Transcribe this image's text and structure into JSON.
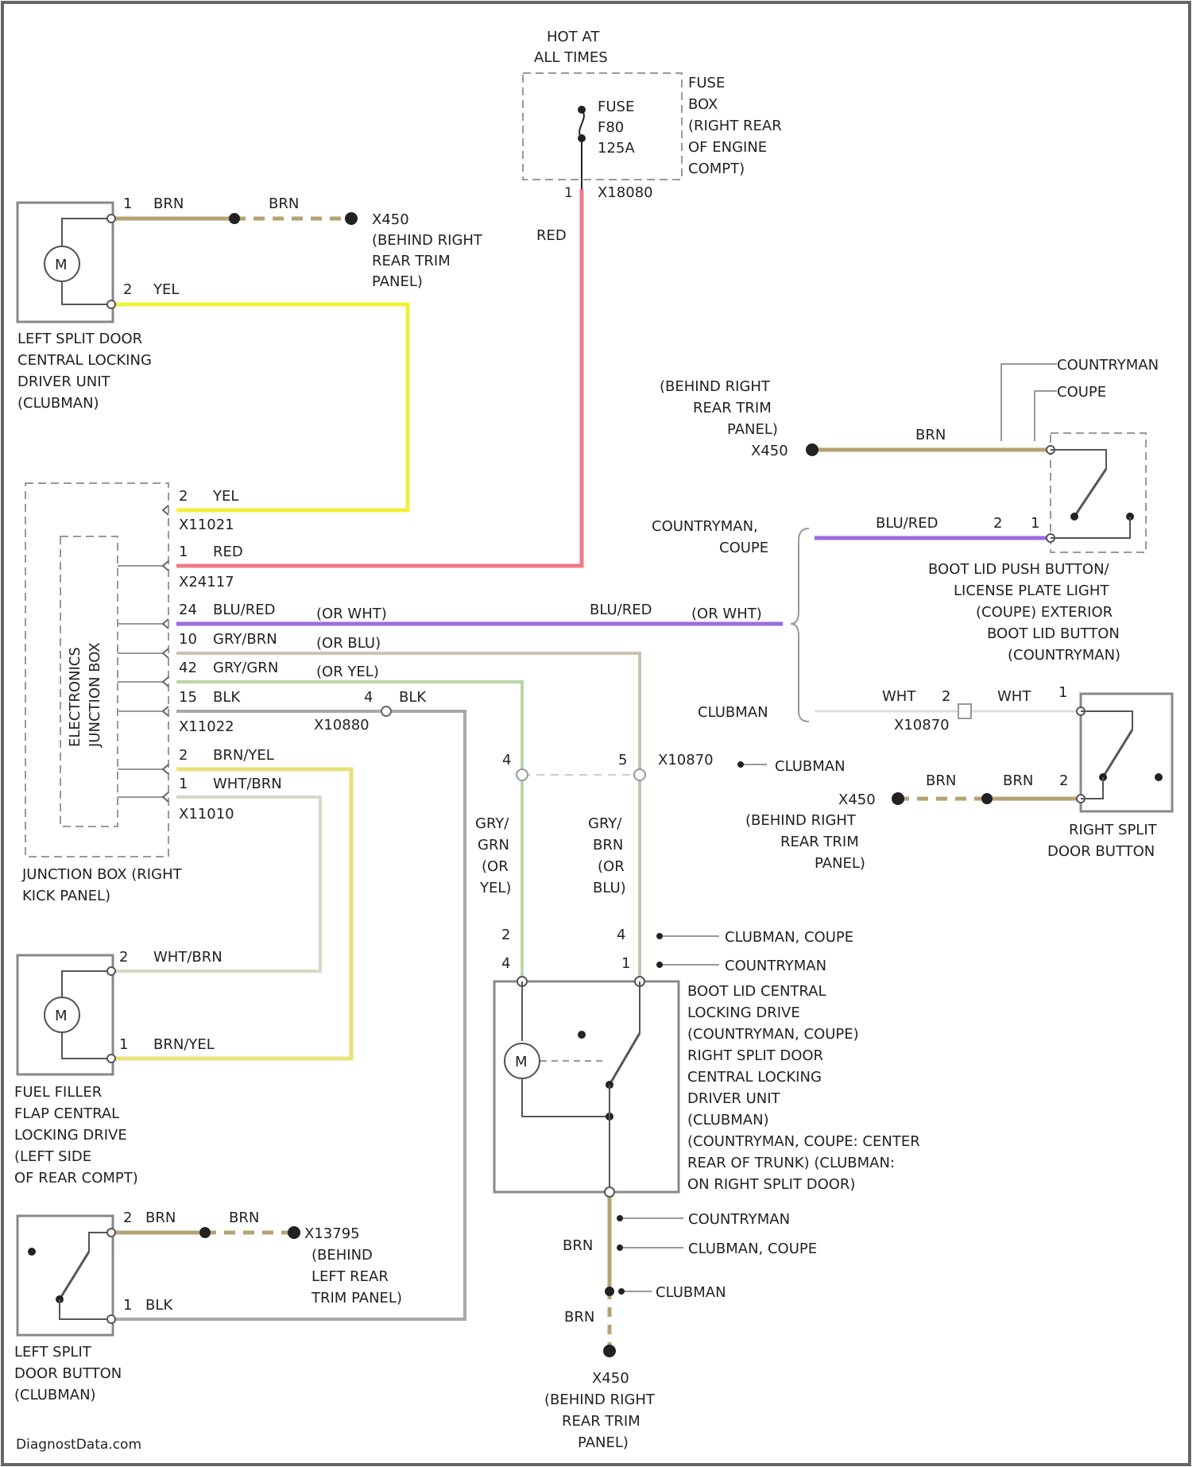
{
  "colors": {
    "wire_brn": "#b5a373",
    "wire_yel": "#f2ef3c",
    "wire_red": "#f07a86",
    "wire_blured": "#9b6be0",
    "wire_grybrn": "#c8c2b0",
    "wire_grygrn": "#b9d6a8",
    "wire_blk": "#a8a8a8",
    "wire_brnyel": "#e8e07a",
    "wire_whtbrn": "#d9d6c4",
    "wire_wht": "#dddddd",
    "outline": "#888888"
  },
  "power": {
    "hot_line1": "HOT AT",
    "hot_line2": "ALL TIMES",
    "fuse_name": "FUSE",
    "fuse_id": "F80",
    "fuse_rating": "125A",
    "fusebox": [
      "FUSE",
      "BOX",
      "(RIGHT REAR",
      "OF ENGINE",
      "COMPT)"
    ],
    "connector": "X18080",
    "red_wire": "RED"
  },
  "left_driver": {
    "pin1": "1",
    "pin1_color": "BRN",
    "pin1_color_b": "BRN",
    "ground": [
      "X450",
      "(BEHIND RIGHT",
      "REAR TRIM",
      "PANEL)"
    ],
    "pin2": "2",
    "pin2_color": "YEL",
    "motor": "M",
    "label": [
      "LEFT SPLIT DOOR",
      "CENTRAL LOCKING",
      "DRIVER UNIT",
      "(CLUBMAN)"
    ]
  },
  "junction": {
    "inner": [
      "ELECTRONICS",
      "JUNCTION BOX"
    ],
    "label": [
      "JUNCTION BOX (RIGHT",
      "KICK PANEL)"
    ],
    "p_yel_num": "2",
    "p_yel_col": "YEL",
    "p_yel_conn": "X11021",
    "p_red_num": "1",
    "p_red_col": "RED",
    "p_red_conn": "X24117",
    "p_blured_num": "24",
    "p_blured_col": "BLU/RED",
    "p_blured_alt": "(OR WHT)",
    "p_grybrn_num": "10",
    "p_grybrn_col": "GRY/BRN",
    "p_grybrn_alt": "(OR BLU)",
    "p_grygrn_num": "42",
    "p_grygrn_col": "GRY/GRN",
    "p_grygrn_alt": "(OR YEL)",
    "p_blk_num": "15",
    "p_blk_col": "BLK",
    "p_blk_conn": "X11022",
    "p_blk_num_b": "4",
    "p_blk_col_b": "BLK",
    "p_blk_conn_b": "X10880",
    "p_brnyel_num": "2",
    "p_brnyel_col": "BRN/YEL",
    "p_whtbrn_num": "1",
    "p_whtbrn_col": "WHT/BRN",
    "p_whtbrn_conn": "X11010"
  },
  "boot_button": {
    "behind": [
      "(BEHIND RIGHT",
      "REAR TRIM",
      "PANEL)"
    ],
    "ground": "X450",
    "brn": "BRN",
    "countryman": "COUNTRYMAN",
    "coupe": "COUPE",
    "variant": [
      "COUNTRYMAN,",
      "COUPE"
    ],
    "blured": "BLU/RED",
    "pin2": "2",
    "pin1": "1",
    "label": [
      "BOOT LID PUSH BUTTON/",
      "LICENSE PLATE LIGHT",
      "(COUPE) EXTERIOR",
      "BOOT LID BUTTON",
      "(COUNTRYMAN)"
    ],
    "blured_right": "BLU/RED",
    "or_wht_right": "(OR WHT)"
  },
  "right_split": {
    "clubman": "CLUBMAN",
    "wht": "WHT",
    "num2": "2",
    "wht_b": "WHT",
    "num1": "1",
    "conn": "X10870",
    "ground": "X450",
    "behind": [
      "(BEHIND RIGHT",
      "REAR TRIM",
      "PANEL)"
    ],
    "brn_a": "BRN",
    "brn_b": "BRN",
    "pin2": "2",
    "label": [
      "RIGHT SPLIT",
      "DOOR BUTTON"
    ]
  },
  "mid_conn": {
    "pin4": "4",
    "pin5": "5",
    "conn": "X10870",
    "clubman": "CLUBMAN",
    "left_wire": [
      "GRY/",
      "GRN",
      "(OR",
      "YEL)"
    ],
    "right_wire": [
      "GRY/",
      "BRN",
      "(OR",
      "BLU)"
    ],
    "pin2": "2",
    "pin4b": "4",
    "pin4c": "4",
    "pin1": "1",
    "clubman_coupe": "CLUBMAN, COUPE",
    "countryman": "COUNTRYMAN"
  },
  "boot_drive": {
    "motor": "M",
    "label": [
      "BOOT LID CENTRAL",
      "LOCKING DRIVE",
      "(COUNTRYMAN, COUPE)",
      "RIGHT SPLIT DOOR",
      "CENTRAL LOCKING",
      "DRIVER UNIT",
      "(CLUBMAN)",
      "(COUNTRYMAN, COUPE: CENTER",
      "REAR OF TRUNK) (CLUBMAN:",
      "ON RIGHT SPLIT DOOR)"
    ],
    "countryman": "COUNTRYMAN",
    "clubman_coupe": "CLUBMAN, COUPE",
    "clubman": "CLUBMAN",
    "brn1": "BRN",
    "brn2": "BRN",
    "ground": [
      "X450",
      "(BEHIND RIGHT",
      "REAR TRIM",
      "PANEL)"
    ]
  },
  "fuel_flap": {
    "pin2": "2",
    "pin2_col": "WHT/BRN",
    "pin1": "1",
    "pin1_col": "BRN/YEL",
    "motor": "M",
    "label": [
      "FUEL FILLER",
      "FLAP CENTRAL",
      "LOCKING DRIVE",
      "(LEFT SIDE",
      "OF REAR COMPT)"
    ]
  },
  "left_button": {
    "pin2": "2",
    "pin2_col": "BRN",
    "pin2_col_b": "BRN",
    "ground": [
      "X13795",
      "(BEHIND",
      "LEFT REAR",
      "TRIM PANEL)"
    ],
    "pin1": "1",
    "pin1_col": "BLK",
    "label": [
      "LEFT SPLIT",
      "DOOR BUTTON",
      "(CLUBMAN)"
    ]
  },
  "footer": "DiagnostData.com"
}
